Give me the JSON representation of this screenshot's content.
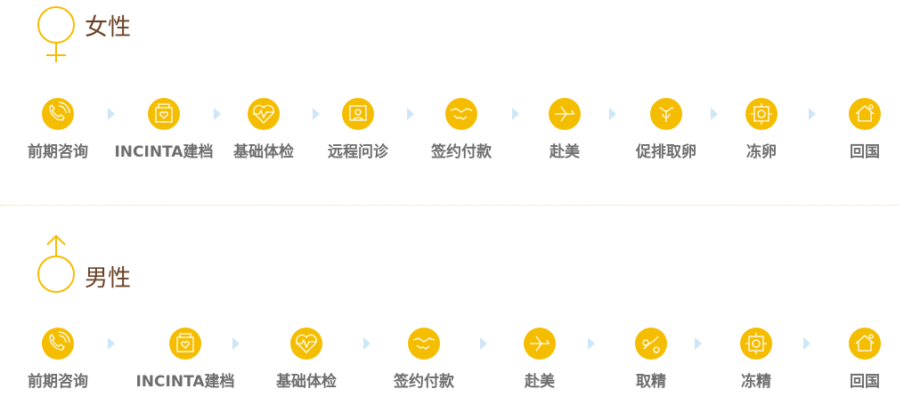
{
  "female": {
    "title": "女性",
    "steps": [
      {
        "label": "前期咨询",
        "icon": "phone-icon"
      },
      {
        "label": "INCINTA建档",
        "icon": "folder-heart-icon"
      },
      {
        "label": "基础体检",
        "icon": "heartbeat-icon"
      },
      {
        "label": "远程问诊",
        "icon": "video-call-icon"
      },
      {
        "label": "签约付款",
        "icon": "handshake-icon"
      },
      {
        "label": "赴美",
        "icon": "airplane-icon"
      },
      {
        "label": "促排取卵",
        "icon": "uterus-icon"
      },
      {
        "label": "冻卵",
        "icon": "freeze-icon"
      },
      {
        "label": "回国",
        "icon": "home-icon"
      }
    ]
  },
  "male": {
    "title": "男性",
    "steps": [
      {
        "label": "前期咨询",
        "icon": "phone-icon"
      },
      {
        "label": "INCINTA建档",
        "icon": "folder-heart-icon"
      },
      {
        "label": "基础体检",
        "icon": "heartbeat-icon"
      },
      {
        "label": "签约付款",
        "icon": "handshake-icon"
      },
      {
        "label": "赴美",
        "icon": "airplane-icon"
      },
      {
        "label": "取精",
        "icon": "sperm-icon"
      },
      {
        "label": "冻精",
        "icon": "freeze-icon"
      },
      {
        "label": "回国",
        "icon": "home-icon"
      }
    ]
  },
  "colors": {
    "accent": "#f5bd00",
    "title": "#6b4226",
    "label": "#6e6e6e",
    "arrow": "#cfe6f6"
  }
}
